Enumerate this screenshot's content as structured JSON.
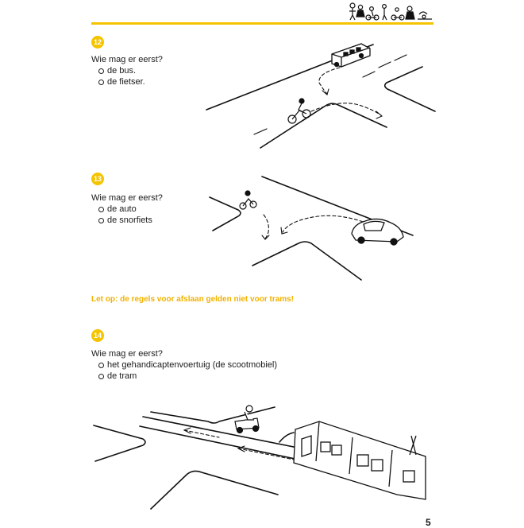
{
  "page": {
    "number": "5"
  },
  "header": {
    "accent_color": "#f5c400",
    "logo": "family-road-users-illustration"
  },
  "questions": [
    {
      "number": "12",
      "question": "Wie mag er eerst?",
      "options": [
        "de bus.",
        "de fietser."
      ],
      "illustration": "bus-and-cyclist-at-crossing"
    },
    {
      "number": "13",
      "question": "Wie mag er eerst?",
      "options": [
        "de auto",
        "de snorfiets"
      ],
      "illustration": "car-and-moped-at-crossing"
    },
    {
      "number": "14",
      "question": "Wie mag er eerst?",
      "options": [
        "het gehandicaptenvoertuig (de scootmobiel)",
        "de tram"
      ],
      "illustration": "tram-and-mobility-scooter-at-crossing"
    }
  ],
  "note": "Let op: de regels voor afslaan gelden niet voor trams!",
  "note_color": "#f2b200"
}
